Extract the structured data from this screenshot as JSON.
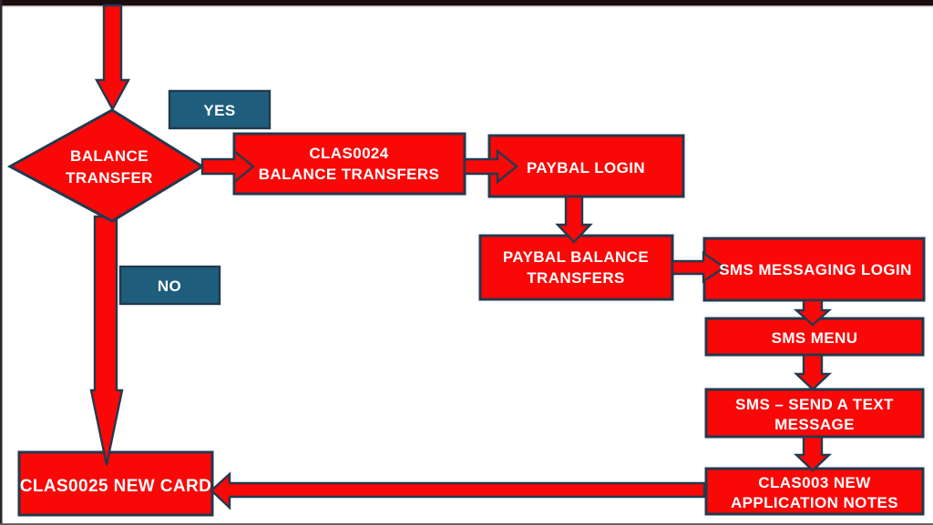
{
  "flowchart": {
    "decision": {
      "line1": "BALANCE",
      "line2": "TRANSFER"
    },
    "yes_label": "YES",
    "no_label": "NO",
    "nodes": {
      "clas0024": {
        "line1": "CLAS0024",
        "line2": "BALANCE TRANSFERS"
      },
      "paybal_login": {
        "line1": "PAYBAL LOGIN"
      },
      "paybal_balance_transfers": {
        "line1": "PAYBAL BALANCE",
        "line2": "TRANSFERS"
      },
      "sms_messaging_login": {
        "line1": "SMS MESSAGING LOGIN"
      },
      "sms_menu": {
        "line1": "SMS MENU"
      },
      "sms_send_text": {
        "line1": "SMS – SEND A TEXT",
        "line2": "MESSAGE"
      },
      "clas003": {
        "line1": "CLAS003 NEW",
        "line2": "APPLICATION NOTES"
      },
      "clas0025": {
        "line1": "CLAS0025 NEW CARD"
      }
    },
    "colors": {
      "node_fill": "#FA0707",
      "node_border": "#223A4E",
      "branch_label_fill": "#1F5D7D",
      "text": "#FFFFFF",
      "frame_bar": "#1A0D0E",
      "background": "#FFFFFF"
    },
    "edges": [
      "start -> BALANCE TRANSFER",
      "BALANCE TRANSFER -> CLAS0024 BALANCE TRANSFERS (YES)",
      "CLAS0024 BALANCE TRANSFERS -> PAYBAL LOGIN",
      "PAYBAL LOGIN -> PAYBAL BALANCE TRANSFERS",
      "PAYBAL BALANCE TRANSFERS -> SMS MESSAGING LOGIN",
      "SMS MESSAGING LOGIN -> SMS MENU",
      "SMS MENU -> SMS – SEND A TEXT MESSAGE",
      "SMS – SEND A TEXT MESSAGE -> CLAS003 NEW APPLICATION NOTES",
      "CLAS003 NEW APPLICATION NOTES -> CLAS0025 NEW CARD",
      "BALANCE TRANSFER -> CLAS0025 NEW CARD (NO)"
    ]
  }
}
